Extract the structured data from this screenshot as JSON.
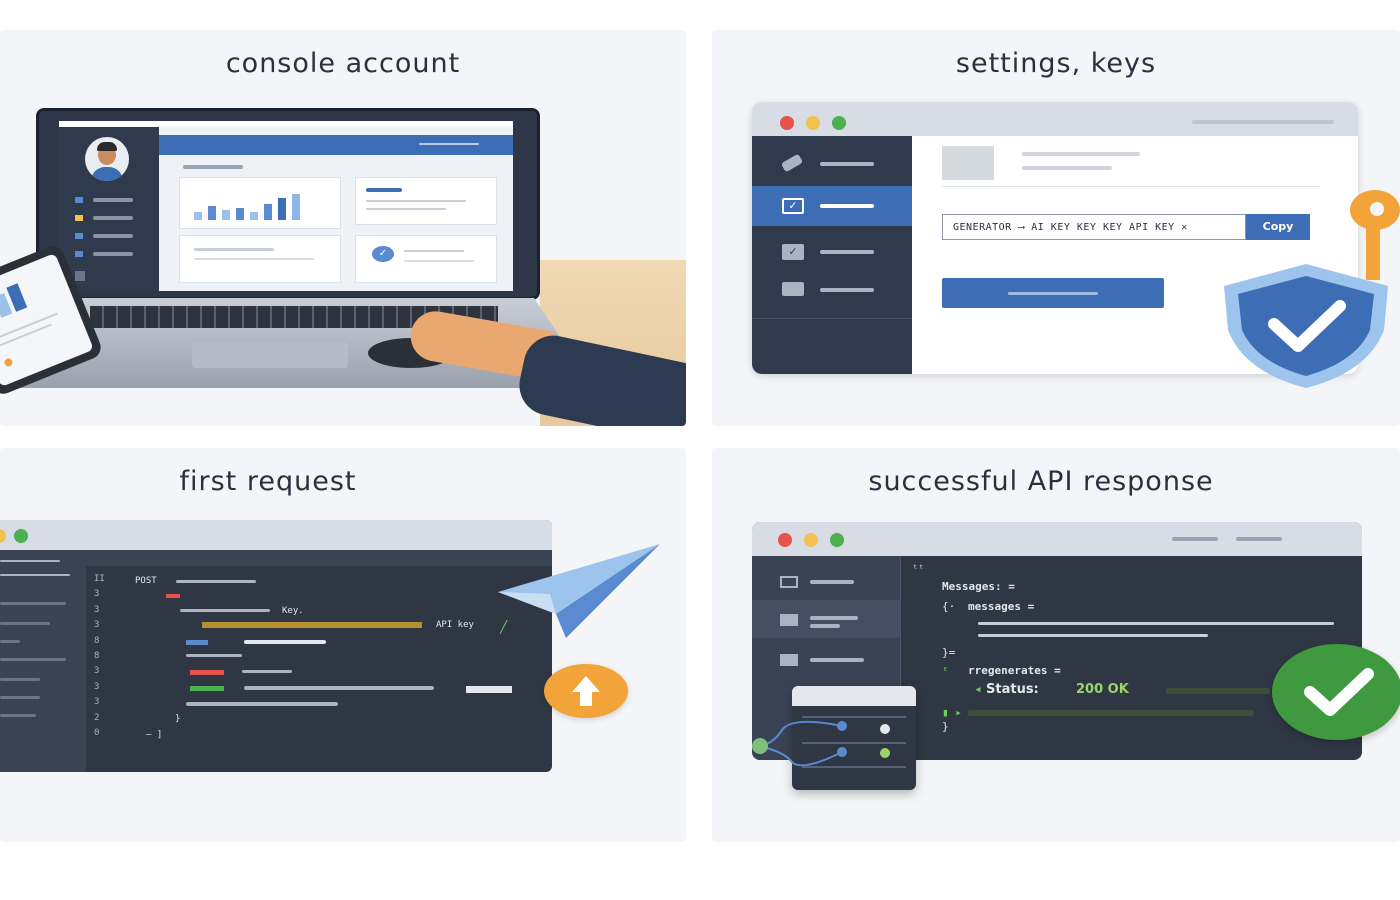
{
  "panels": {
    "p1": {
      "title": "console account"
    },
    "p2": {
      "title": "settings, keys",
      "key_field_value": "GENERATOR  ⟶ AI KEY KEY KEY API KEY  ✕",
      "copy_label": "Copy"
    },
    "p3": {
      "title": "first request",
      "method": "POST",
      "token_key": "Key.",
      "token_api_key": "API  key",
      "gutter": [
        "II",
        "3",
        "3",
        "3",
        "8",
        "8",
        "3",
        "3",
        "3",
        "2",
        "0"
      ]
    },
    "p4": {
      "title": "successful API response",
      "line_messages": "Messages:  =",
      "line_messages2": "messages  =",
      "line_regenerates": "rregenerates  =",
      "status_key": "Status:",
      "status_value": "200 OK"
    }
  },
  "colors": {
    "accent_blue": "#3d6eb5",
    "success_green": "#3f9a3f",
    "warning_orange": "#f2a33a",
    "dark_ui": "#2f3745"
  }
}
